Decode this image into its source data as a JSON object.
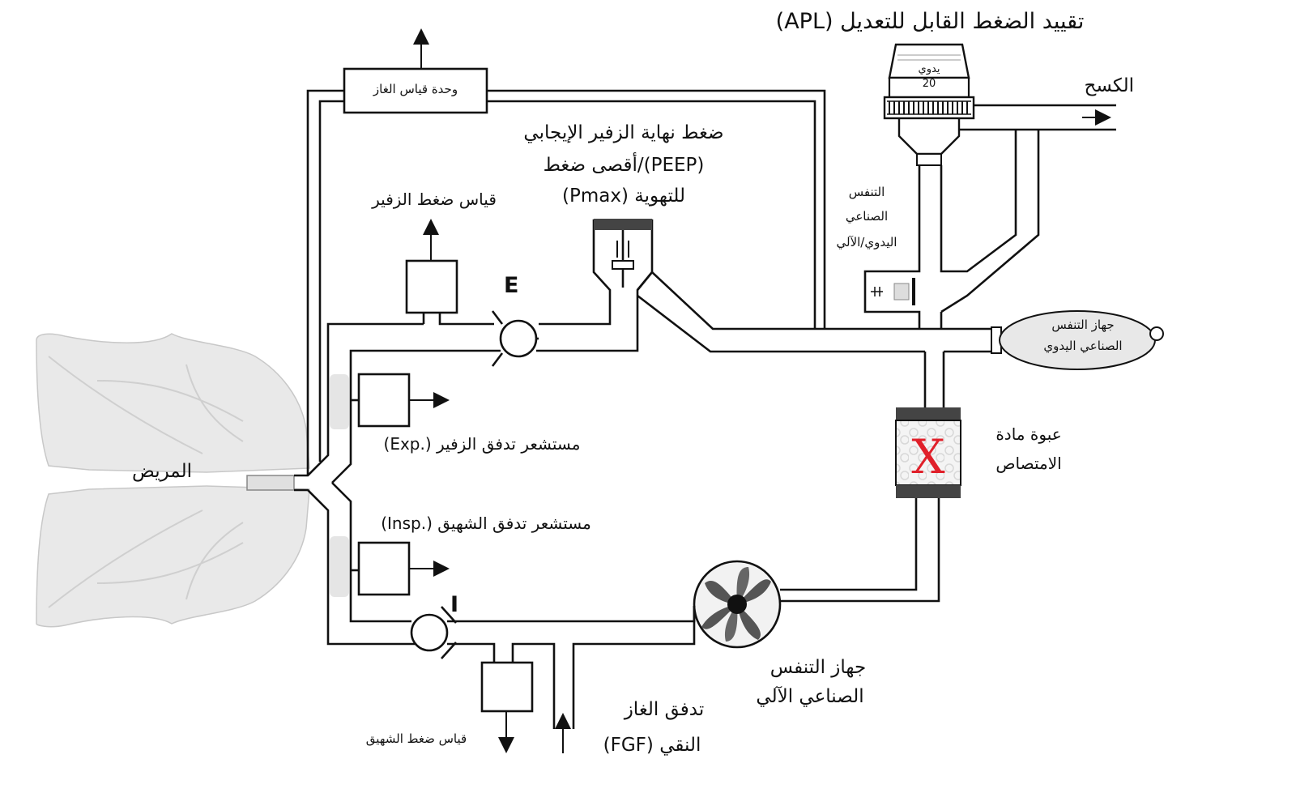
{
  "labels": {
    "apl": "تقييد الضغط القابل للتعديل (APL)",
    "apl_mode": "يدوي",
    "apl_value": "20",
    "scavenging": "الكسح",
    "gas_monitor": "وحدة قياس الغاز",
    "peep_line1": "ضغط نهاية الزفير الإيجابي",
    "peep_line2": "(PEEP)/أقصى ضغط",
    "peep_line3": "للتهوية (Pmax)",
    "exp_pressure": "قياس ضغط الزفير",
    "exp_valve": "E",
    "insp_valve": "I",
    "manual_auto_line1": "التنفس",
    "manual_auto_line2": "الصناعي",
    "manual_auto_line3": "اليدوي/الآلي",
    "manual_bag_line1": "جهاز التنفس",
    "manual_bag_line2": "الصناعي اليدوي",
    "absorber_line1": "عبوة مادة",
    "absorber_line2": "الامتصاص",
    "absorber_mark": "X",
    "patient": "المريض",
    "exp_flow_sensor": "مستشعر تدفق الزفير (.Exp)",
    "insp_flow_sensor": "مستشعر تدفق الشهيق (.Insp)",
    "ventilator_line1": "جهاز التنفس",
    "ventilator_line2": "الصناعي الآلي",
    "fgf_line1": "تدفق الغاز",
    "fgf_line2": "النقي (FGF)",
    "insp_pressure": "قياس ضغط الشهيق"
  },
  "colors": {
    "line": "#111111",
    "lung_fill": "#e6e6e6",
    "absorber_mark": "#e0202a",
    "bag_fill": "#e8e8e8"
  }
}
